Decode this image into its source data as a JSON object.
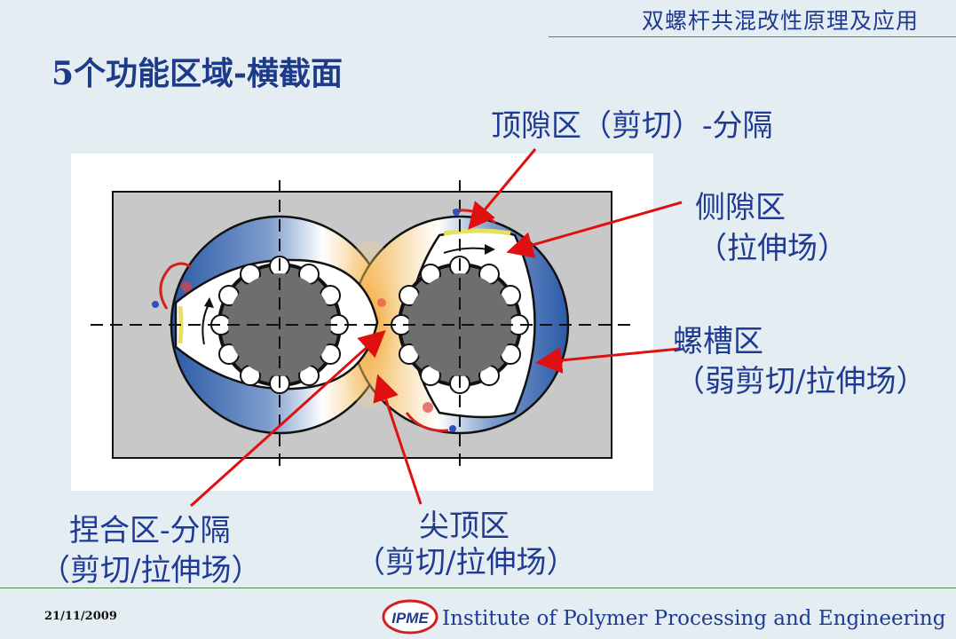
{
  "header": {
    "title": "双螺杆共混改性原理及应用"
  },
  "slide": {
    "title": "5个功能区域-横截面"
  },
  "labels": {
    "top_gap": "顶隙区（剪切）-分隔",
    "side_gap_line1": "侧隙区",
    "side_gap_line2": "（拉伸场）",
    "groove_line1": "螺槽区",
    "groove_line2": "（弱剪切/拉伸场）",
    "intermesh_line1": "捏合区-分隔",
    "intermesh_line2": "（剪切/拉伸场）",
    "apex_line1": "尖顶区",
    "apex_line2": "（剪切/拉伸场）"
  },
  "footer": {
    "date": "21/11/2009",
    "institute": "Institute of Polymer Processing and Engineering",
    "logo_text": "IPME"
  },
  "colors": {
    "text": "#1f3a93",
    "arrow": "#e01010",
    "barrel": "#c8c8c8",
    "shaft": "#6e6e6e"
  }
}
